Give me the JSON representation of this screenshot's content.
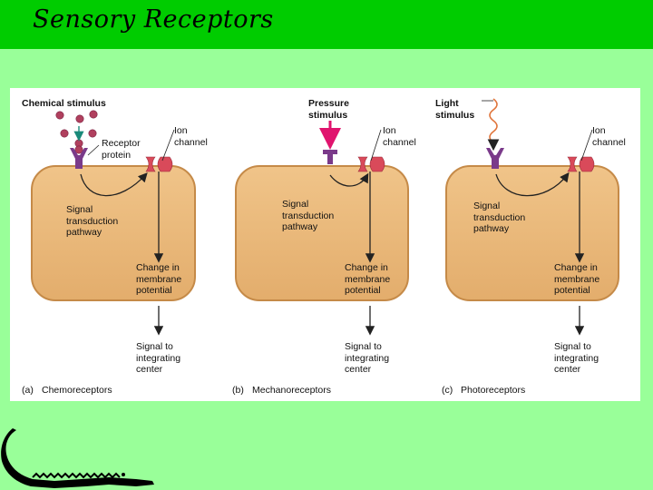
{
  "slide": {
    "title": "Sensory Receptors"
  },
  "figure": {
    "panel_a": {
      "stimulus": "Chemical stimulus",
      "receptor": "Receptor\nprotein",
      "ion_channel": "Ion\nchannel",
      "pathway": "Signal\ntransduction\npathway",
      "change": "Change in\nmembrane\npotential",
      "signal": "Signal to\nintegrating\ncenter",
      "caption_letter": "(a)",
      "caption": "Chemoreceptors"
    },
    "panel_b": {
      "stimulus": "Pressure\nstimulus",
      "ion_channel": "Ion\nchannel",
      "pathway": "Signal\ntransduction\npathway",
      "change": "Change in\nmembrane\npotential",
      "signal": "Signal to\nintegrating\ncenter",
      "caption_letter": "(b)",
      "caption": "Mechanoreceptors"
    },
    "panel_c": {
      "stimulus": "Light\nstimulus",
      "ion_channel": "Ion\nchannel",
      "pathway": "Signal\ntransduction\npathway",
      "change": "Change in\nmembrane\npotential",
      "signal": "Signal to\nintegrating\ncenter",
      "caption_letter": "(c)",
      "caption": "Photoreceptors"
    }
  },
  "colors": {
    "background": "#99ff99",
    "title_bar": "#00cc00",
    "cell_fill": "#e9b779",
    "cell_border": "#c58a48",
    "receptor": "#7a3a8a",
    "channel": "#d94a5a",
    "stimulus_arrow": "#e0146e",
    "light_wave": "#e0743a",
    "chemical_dots": "#b0405e"
  }
}
